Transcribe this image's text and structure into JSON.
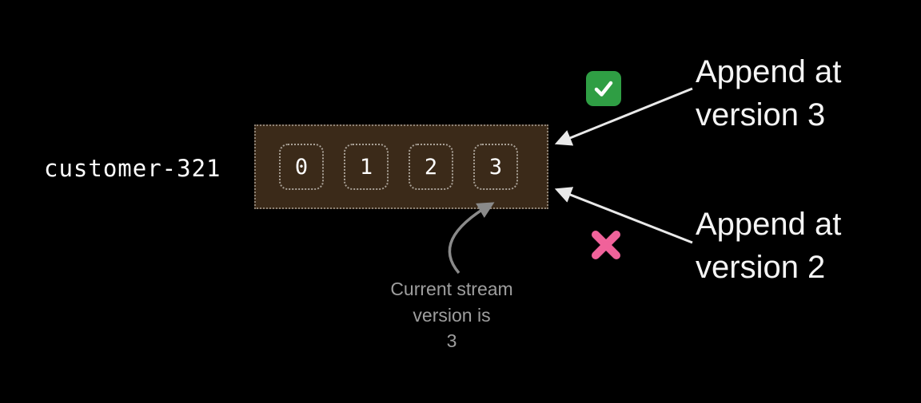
{
  "diagram": {
    "stream_label": "customer-321",
    "events": [
      "0",
      "1",
      "2",
      "3"
    ],
    "append_ok_label": "Append at version 3",
    "append_fail_label": "Append at version 2",
    "current_version_note": [
      "Current stream",
      "version is",
      "3"
    ],
    "icons": {
      "success": "checkmark-icon",
      "failure": "cross-icon"
    },
    "colors": {
      "background": "#000000",
      "stream_fill": "#3b2a19",
      "stream_border": "#8d8275",
      "event_border": "#aaa298",
      "event_text": "#ffffff",
      "check_green": "#2f9e44",
      "check_mark_white": "#ffffff",
      "cross_pink": "#f0629a",
      "arrow_white": "#e9e9e9",
      "arrow_gray": "#8a8a8a",
      "label_white": "#f5f5f5",
      "note_gray": "#9e9e9e"
    }
  }
}
